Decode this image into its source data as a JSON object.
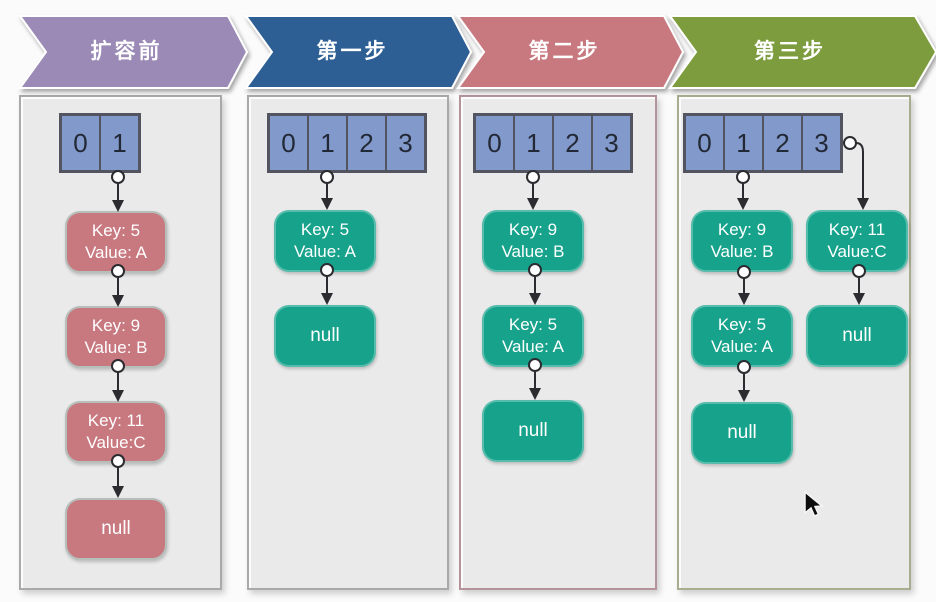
{
  "diagram": {
    "subject": "hash-table-resize-steps",
    "columns": [
      {
        "id": "before-resize",
        "banner_label": "扩容前",
        "banner_color": "#9a8ab5",
        "array_cells": [
          "0",
          "1"
        ],
        "node_color": "#c8787f",
        "chains": [
          [
            {
              "line1": "Key: 5",
              "line2": "Value: A"
            },
            {
              "line1": "Key: 9",
              "line2": "Value: B"
            },
            {
              "line1": "Key: 11",
              "line2": "Value:C"
            },
            {
              "line1": "null"
            }
          ]
        ]
      },
      {
        "id": "step-1",
        "banner_label": "第一步",
        "banner_color": "#2e5f94",
        "array_cells": [
          "0",
          "1",
          "2",
          "3"
        ],
        "node_color": "#16a28b",
        "chains": [
          [
            {
              "line1": "Key: 5",
              "line2": "Value: A"
            },
            {
              "line1": "null"
            }
          ]
        ]
      },
      {
        "id": "step-2",
        "banner_label": "第二步",
        "banner_color": "#c8797f",
        "array_cells": [
          "0",
          "1",
          "2",
          "3"
        ],
        "node_color": "#16a28b",
        "chains": [
          [
            {
              "line1": "Key: 9",
              "line2": "Value: B"
            },
            {
              "line1": "Key: 5",
              "line2": "Value: A"
            },
            {
              "line1": "null"
            }
          ]
        ]
      },
      {
        "id": "step-3",
        "banner_label": "第三步",
        "banner_color": "#7c9c3c",
        "array_cells": [
          "0",
          "1",
          "2",
          "3"
        ],
        "node_color": "#16a28b",
        "chains": [
          [
            {
              "line1": "Key: 9",
              "line2": "Value: B"
            },
            {
              "line1": "Key: 5",
              "line2": "Value: A"
            },
            {
              "line1": "null"
            }
          ],
          [
            {
              "line1": "Key: 11",
              "line2": "Value:C"
            },
            {
              "line1": "null"
            }
          ]
        ]
      }
    ],
    "colors": {
      "array_cell_blue": "#8299cb",
      "node_teal": "#16a28b",
      "node_rose": "#c8787f",
      "panel_gray": "#eaeaea",
      "connector_dark": "#2b2b30"
    }
  }
}
